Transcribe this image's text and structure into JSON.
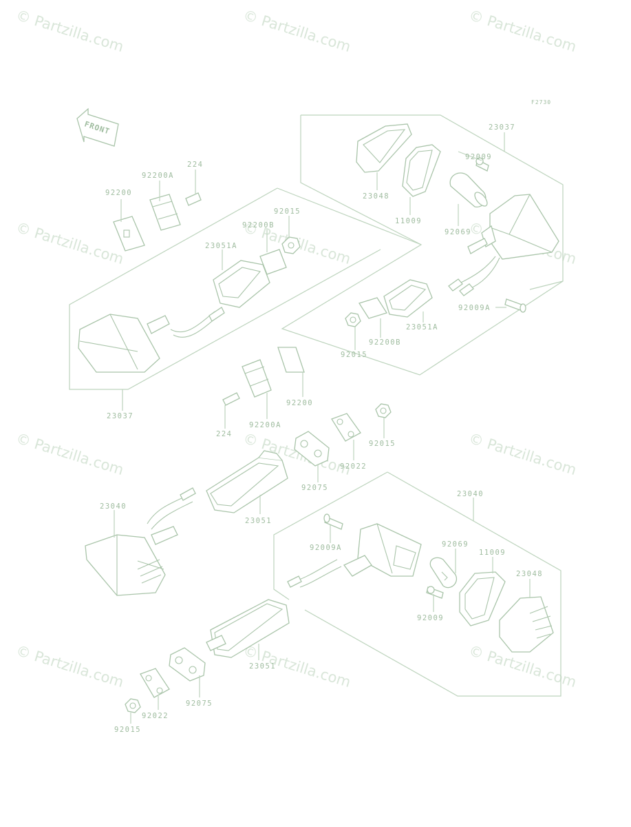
{
  "figure_code": "F2730",
  "front_label": "FRONT",
  "watermark": "© Partzilla.com",
  "labels": {
    "l23037_top": "23037",
    "l92009_top": "92009",
    "l23048_top": "23048",
    "l11009_top": "11009",
    "l92069_top": "92069",
    "l92009a_top": "92009A",
    "l23051a_r": "23051A",
    "l92200b_r": "92200B",
    "l92015_r": "92015",
    "l92200a_top": "92200A",
    "l224_top": "224",
    "l92200_top": "92200",
    "l92015_top": "92015",
    "l92200b_top": "92200B",
    "l23051a_top": "23051A",
    "l23037_left": "23037",
    "l92200_mid": "92200",
    "l92200a_mid": "92200A",
    "l224_mid": "224",
    "l92015_mid": "92015",
    "l92022_mid": "92022",
    "l92075_mid": "92075",
    "l23040_left": "23040",
    "l23051_mid": "23051",
    "l23040_right": "23040",
    "l92009a_bot": "92009A",
    "l92069_bot": "92069",
    "l11009_bot": "11009",
    "l23048_bot": "23048",
    "l92009_bot": "92009",
    "l23051_bot": "23051",
    "l92075_bot": "92075",
    "l92022_bot": "92022",
    "l92015_bot": "92015"
  }
}
